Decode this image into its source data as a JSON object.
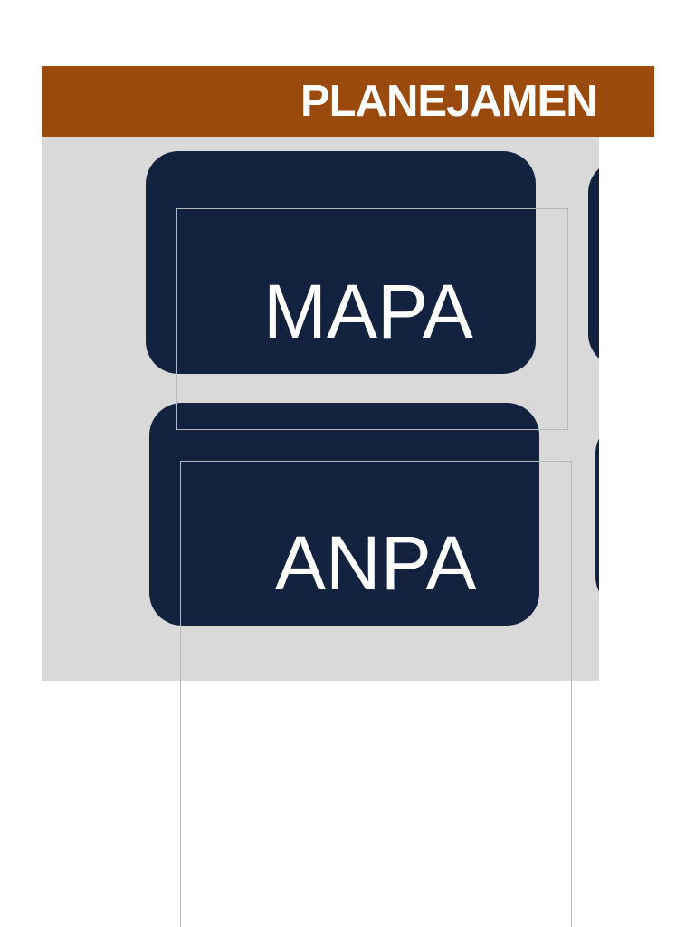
{
  "header": {
    "title": "PLANEJAMEN"
  },
  "tiles": [
    {
      "label": "MAPA"
    },
    {
      "label": "ANPA"
    }
  ],
  "colors": {
    "header_band": "#9a4a0d",
    "canvas": "#d9d9d9",
    "tile": "#13233f",
    "tile_text": "#ffffff"
  }
}
